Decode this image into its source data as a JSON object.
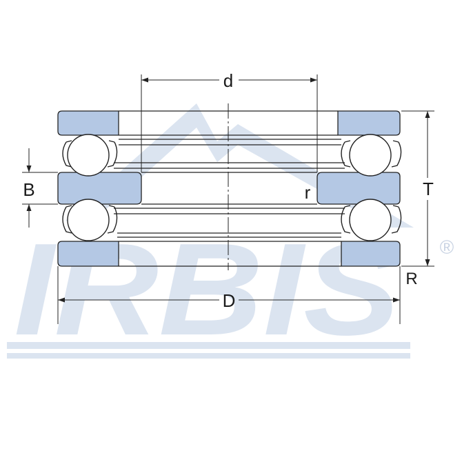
{
  "watermark": {
    "text": "IRBIS",
    "registered_mark": "®",
    "color": "#dbe4f0",
    "logo": "mountain-chevron"
  },
  "dimensions": {
    "d": "d",
    "D": "D",
    "B": "B",
    "T": "T",
    "r": "r",
    "R": "R"
  },
  "colors": {
    "washer_fill": "#b4c8e4",
    "outline": "#222222",
    "ball_fill": "#ffffff",
    "cage": "#222222"
  },
  "parts": {
    "balls_per_row": 2,
    "rows": 2,
    "washers": 3
  }
}
